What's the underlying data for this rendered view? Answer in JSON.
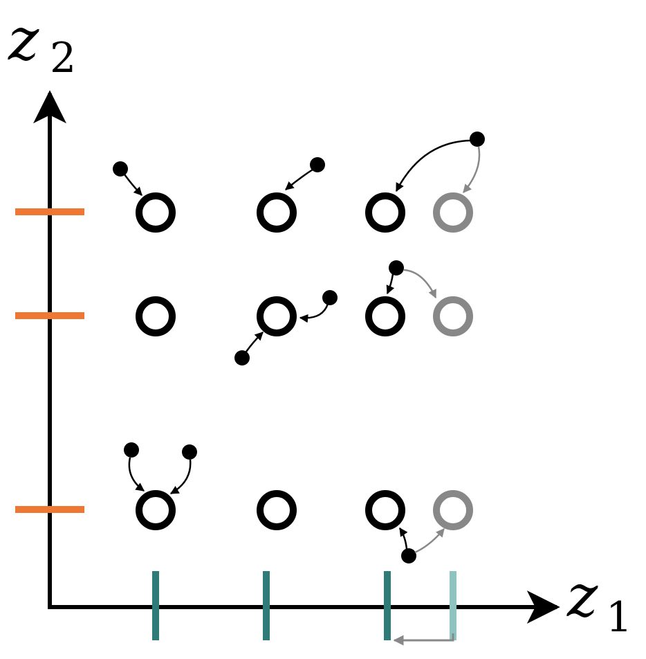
{
  "axes": {
    "y_label": {
      "base": "z",
      "sub": "2"
    },
    "x_label": {
      "base": "z",
      "sub": "1"
    }
  },
  "colors": {
    "axis": "#000000",
    "y_ticks": "#ee7733",
    "x_ticks": "#2f7b78",
    "x_tick_faded": "#8fc3c0",
    "node_primary": "#000000",
    "node_faded": "#888888",
    "arrow_faded": "#888888"
  },
  "diagram": {
    "description_free": true,
    "y_tick_count": 3,
    "x_tick_count": 3,
    "x_tick_shifted_count": 1
  }
}
